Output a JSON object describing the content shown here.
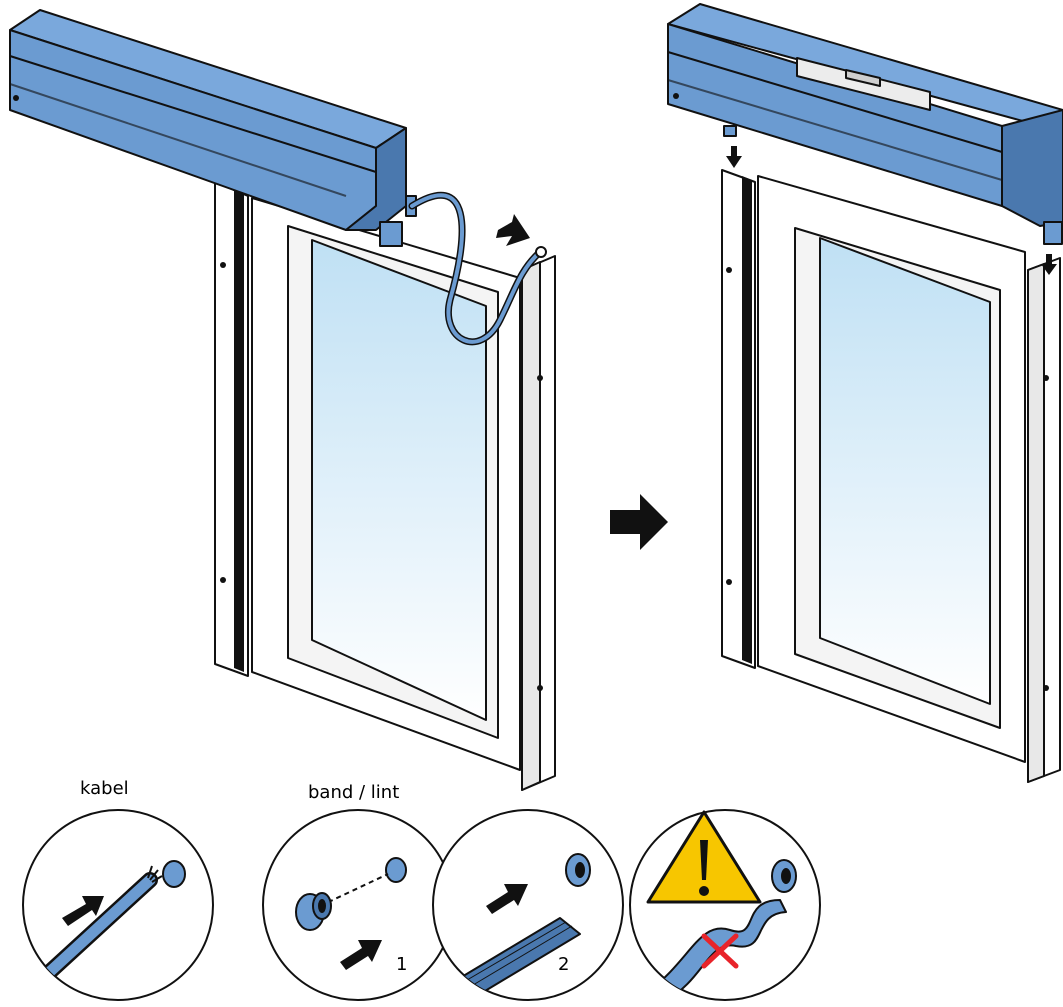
{
  "labels": {
    "cable": "kabel",
    "band": "band / lint",
    "step1": "1",
    "step2": "2"
  },
  "colors": {
    "motor_blue": "#6b9bd1",
    "motor_dark": "#4a78ae",
    "glass_top": "#bfe0f4",
    "glass_bottom": "#ffffff",
    "warning_yellow": "#f7c600",
    "cross_red": "#e8242a"
  },
  "icons": {
    "warning": "warning-triangle-icon",
    "cross": "red-cross-icon",
    "arrow": "black-arrow-icon"
  }
}
